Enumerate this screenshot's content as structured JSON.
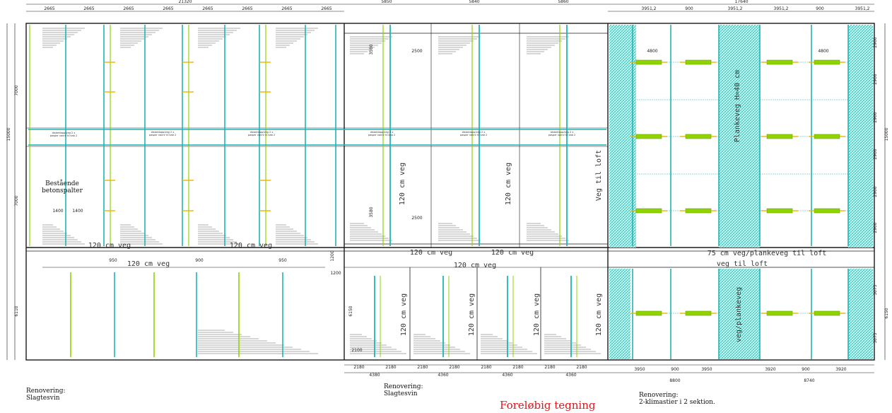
{
  "dimensions": {
    "top_overall": [
      "21320",
      "5850",
      "5840",
      "5860",
      "17640"
    ],
    "top_section1": [
      "2665",
      "2665",
      "2665",
      "2665",
      "2665",
      "2665",
      "2665",
      "2665"
    ],
    "top_section3": [
      "3951,2",
      "900",
      "3951,2",
      "3951,2",
      "900",
      "3951,2"
    ],
    "bottom_a": [
      "2180",
      "2180",
      "2180",
      "2180",
      "2180",
      "2180",
      "2180",
      "2180"
    ],
    "bottom_b": [
      "4380",
      "4360",
      "4360",
      "4360"
    ],
    "bottom_c": [
      "3950",
      "900",
      "3950",
      "3920",
      "900",
      "3920"
    ],
    "bottom_d": [
      "8800",
      "8740"
    ],
    "left_side": [
      "7000",
      "15000",
      "7000",
      "6110"
    ],
    "right_side": [
      "2900",
      "2900",
      "2900",
      "2900",
      "2900",
      "2900",
      "15000",
      "3075",
      "6150",
      "3075"
    ],
    "inner": [
      "1400",
      "1400",
      "2500",
      "2500",
      "4800",
      "4800",
      "2100",
      "3580",
      "3580",
      "950",
      "900",
      "950",
      "1200",
      "1200",
      "6150"
    ]
  },
  "labels": {
    "bestaende": [
      "Bestående",
      "betonspalter"
    ],
    "veg_labels": [
      "120 cm veg",
      "120 cm veg",
      "120 cm veg",
      "120 cm veg",
      "120 cm veg",
      "120 cm veg",
      "120 cm veg",
      "120 cm veg",
      "120 cm veg",
      "120 cm veg",
      "120 cm veg",
      "120 cm veg"
    ],
    "planke": "Plankeveg H=40 cm",
    "veg_loft": "Veg til loft",
    "veg_loft2": "veg til loft",
    "bottom_wide": "75 cm veg/plankeveg til loft",
    "dual_veg": "veg/plankeveg",
    "tiny_notes": [
      "diskeklapp/veg 2 x",
      "pasper vannr til kab 2"
    ]
  },
  "footer": {
    "block1": [
      "Renovering:",
      "Slagtesvin"
    ],
    "block2": [
      "Renovering:",
      "Slagtesvin"
    ],
    "block3": [
      "Renovering:",
      "2-klimastier i 2 sektion."
    ],
    "stamp": "Foreløbig tegning"
  },
  "colors": {
    "teal": "#1fb5b5",
    "green": "#8fd400",
    "yellow": "#f0b400",
    "hatch": "#2fd6c8",
    "line": "#1a1a1a",
    "stamp": "#e0161b"
  }
}
